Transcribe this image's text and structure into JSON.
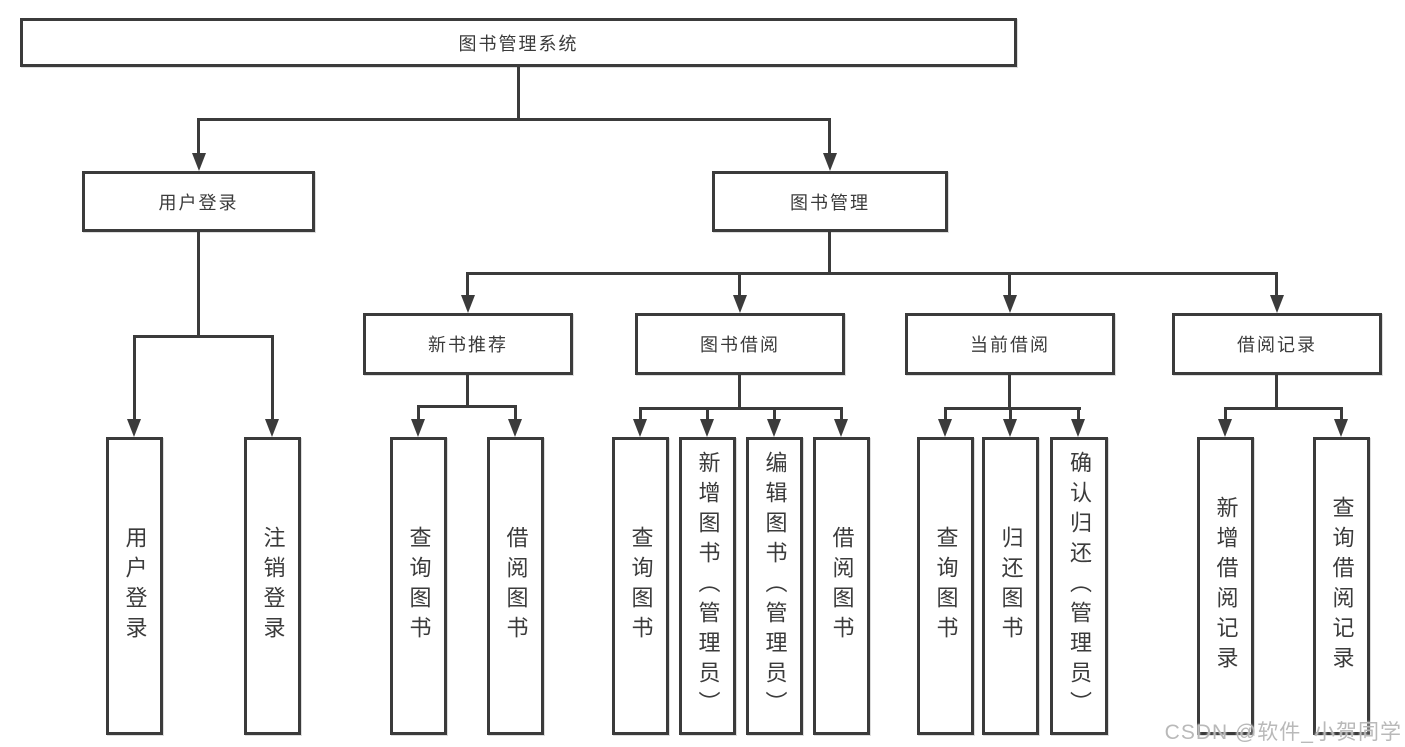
{
  "colors": {
    "line": "#3b3b3b",
    "text": "#3b3b3b",
    "watermark": "#b9b9b9"
  },
  "watermark": {
    "text": "CSDN @软件_小贺同学"
  },
  "tree": {
    "root": {
      "label": "图书管理系统",
      "children": [
        {
          "label": "用户登录",
          "children": [
            {
              "label": "用户登录"
            },
            {
              "label": "注销登录"
            }
          ]
        },
        {
          "label": "图书管理",
          "children": [
            {
              "label": "新书推荐",
              "children": [
                {
                  "label": "查询图书"
                },
                {
                  "label": "借阅图书"
                }
              ]
            },
            {
              "label": "图书借阅",
              "children": [
                {
                  "label": "查询图书"
                },
                {
                  "label": "新增图书（管理员）"
                },
                {
                  "label": "编辑图书（管理员）"
                },
                {
                  "label": "借阅图书"
                }
              ]
            },
            {
              "label": "当前借阅",
              "children": [
                {
                  "label": "查询图书"
                },
                {
                  "label": "归还图书"
                },
                {
                  "label": "确认归还（管理员）"
                }
              ]
            },
            {
              "label": "借阅记录",
              "children": [
                {
                  "label": "新增借阅记录"
                },
                {
                  "label": "查询借阅记录"
                }
              ]
            }
          ]
        }
      ]
    }
  }
}
